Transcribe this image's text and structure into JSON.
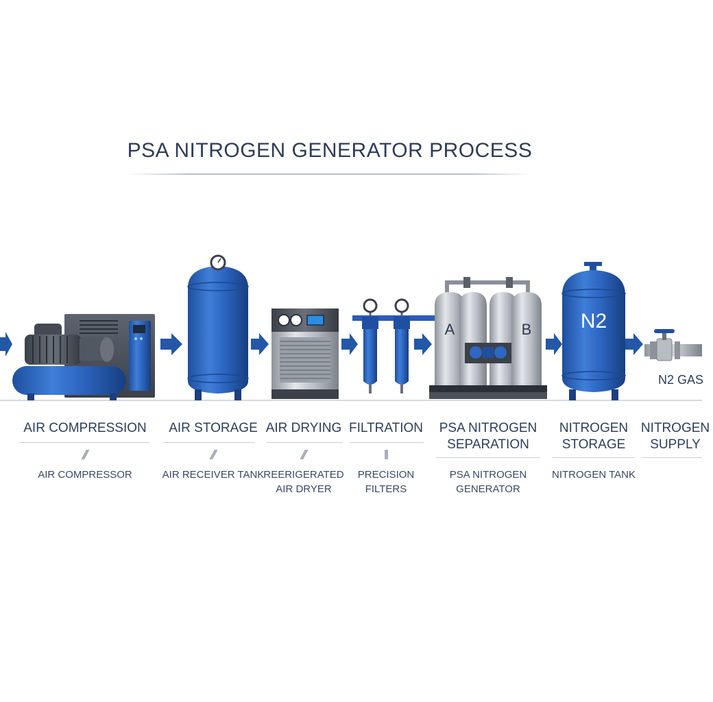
{
  "title": "PSA NITROGEN GENERATOR PROCESS",
  "stages": [
    {
      "title": "AIR COMPRESSION",
      "subtitle": "AIR COMPRESSOR"
    },
    {
      "title": "AIR STORAGE",
      "subtitle": "AIR RECEIVER TANK"
    },
    {
      "title": "AIR DRYING",
      "subtitle": "REERIGERATED\nAIR DRYER"
    },
    {
      "title": "FILTRATION",
      "subtitle": "PRECISION\nFILTERS"
    },
    {
      "title": "PSA NITROGEN\nSEPARATION",
      "subtitle": "PSA NITROGEN\nGENERATOR"
    },
    {
      "title": "NITROGEN\nSTORAGE",
      "subtitle": "NITROGEN TANK"
    },
    {
      "title": "NITROGEN\nSUPPLY",
      "subtitle": ""
    }
  ],
  "equipment": {
    "tower_a_label": "A",
    "tower_b_label": "B",
    "tank_label": "N2",
    "pipe_label": "N2 GAS"
  },
  "colors": {
    "equipment_blue": "#2f67c4",
    "dark_blue": "#1f4fa0",
    "arrow_blue": "#2357a8",
    "steel": "#b8bcc3",
    "text": "#2c3e5c"
  }
}
